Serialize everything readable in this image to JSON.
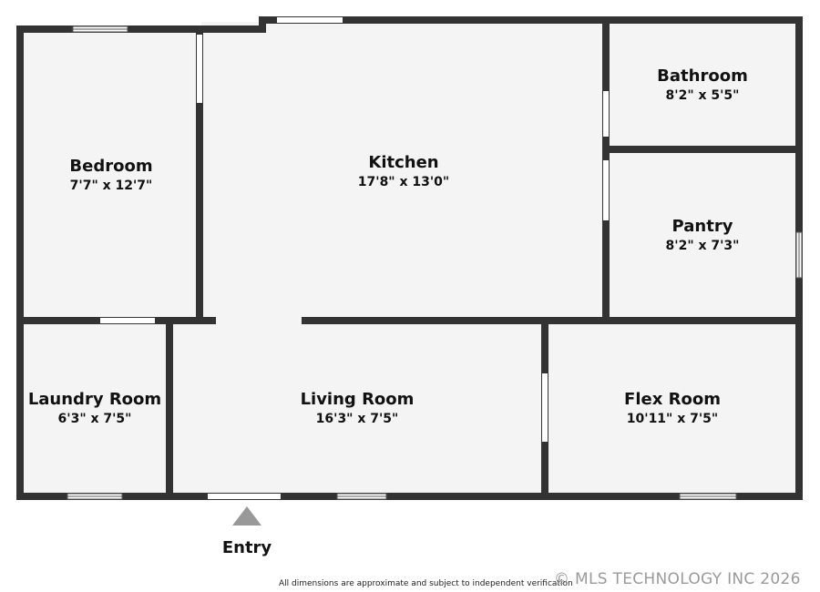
{
  "rooms": {
    "bedroom": {
      "name": "Bedroom",
      "dims": "7'7\" x 12'7\""
    },
    "kitchen": {
      "name": "Kitchen",
      "dims": "17'8\" x 13'0\""
    },
    "bathroom": {
      "name": "Bathroom",
      "dims": "8'2\" x 5'5\""
    },
    "pantry": {
      "name": "Pantry",
      "dims": "8'2\" x 7'3\""
    },
    "laundry": {
      "name": "Laundry Room",
      "dims": "6'3\" x 7'5\""
    },
    "living": {
      "name": "Living Room",
      "dims": "16'3\" x 7'5\""
    },
    "flex": {
      "name": "Flex Room",
      "dims": "10'11\" x 7'5\""
    }
  },
  "entry": {
    "label": "Entry"
  },
  "footer": {
    "disclaimer": "All dimensions are approximate and subject to independent verification",
    "copyright": "© MLS TECHNOLOGY INC 2026"
  },
  "colors": {
    "wall": "#333333",
    "floor": "#f4f4f4",
    "marker": "#999999"
  }
}
